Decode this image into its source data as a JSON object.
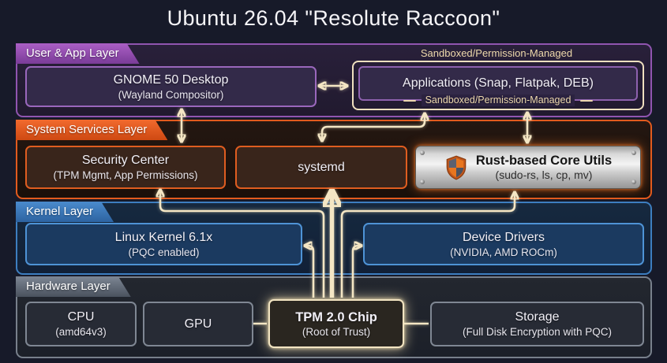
{
  "title": "Ubuntu 26.04 \"Resolute Raccoon\"",
  "layers": {
    "user_app": {
      "label": "User & App Layer",
      "sandbox_note": "Sandboxed/Permission-Managed",
      "gnome": {
        "title": "GNOME 50 Desktop",
        "subtitle": "(Wayland Compositor)"
      },
      "applications": {
        "title": "Applications (Snap, Flatpak, DEB)",
        "badge": "Sandboxed/Permission-Managed"
      }
    },
    "system_services": {
      "label": "System Services Layer",
      "security_center": {
        "title": "Security Center",
        "subtitle": "(TPM Mgmt, App Permissions)"
      },
      "systemd": {
        "title": "systemd"
      },
      "rust_core_utils": {
        "title": "Rust-based Core Utils",
        "subtitle": "(sudo-rs, ls, cp, mv)"
      }
    },
    "kernel": {
      "label": "Kernel Layer",
      "linux_kernel": {
        "title": "Linux Kernel 6.1x",
        "subtitle": "(PQC enabled)"
      },
      "device_drivers": {
        "title": "Device Drivers",
        "subtitle": "(NVIDIA, AMD ROCm)"
      }
    },
    "hardware": {
      "label": "Hardware Layer",
      "cpu": {
        "title": "CPU",
        "subtitle": "(amd64v3)"
      },
      "gpu": {
        "title": "GPU"
      },
      "tpm": {
        "title": "TPM 2.0 Chip",
        "subtitle": "(Root of Trust)"
      },
      "storage": {
        "title": "Storage",
        "subtitle": "(Full Disk Encryption with PQC)"
      }
    }
  },
  "colors": {
    "background": "#171a29",
    "user_app_accent": "#9a5cba",
    "system_services_accent": "#e95420",
    "kernel_accent": "#4285c6",
    "hardware_accent": "#7d8694",
    "arrow": "#f4e6c4",
    "tpm_glow": "#f3e5c2",
    "metal_panel": "#d8d8d8"
  },
  "connections": [
    {
      "from": "GNOME 50 Desktop",
      "to": "Applications",
      "bidirectional": true
    },
    {
      "from": "GNOME 50 Desktop",
      "to": "Security Center",
      "bidirectional": true
    },
    {
      "from": "Applications",
      "to": "systemd",
      "bidirectional": true
    },
    {
      "from": "Applications",
      "to": "Rust-based Core Utils",
      "bidirectional": true
    },
    {
      "from": "TPM 2.0 Chip",
      "to": "Security Center",
      "bidirectional": false
    },
    {
      "from": "TPM 2.0 Chip",
      "to": "systemd",
      "bidirectional": false,
      "emphasized": true
    },
    {
      "from": "TPM 2.0 Chip",
      "to": "Rust-based Core Utils",
      "bidirectional": false
    },
    {
      "from": "TPM 2.0 Chip",
      "to": "Linux Kernel 6.1x",
      "bidirectional": false
    },
    {
      "from": "TPM 2.0 Chip",
      "to": "Device Drivers",
      "bidirectional": false
    },
    {
      "from": "GPU",
      "to": "TPM 2.0 Chip",
      "plain_line": true
    },
    {
      "from": "TPM 2.0 Chip",
      "to": "Storage",
      "plain_line": true
    }
  ]
}
